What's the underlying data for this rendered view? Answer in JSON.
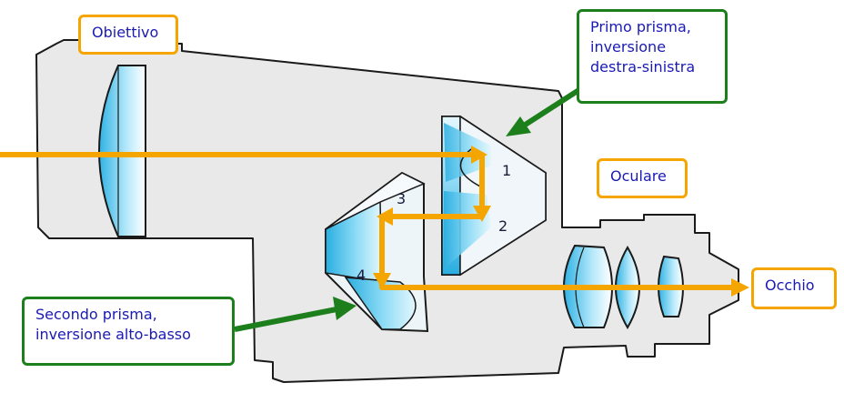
{
  "labels": {
    "objective": "Obiettivo",
    "first_prism": "Primo prisma,\ninversione\ndestra-sinistra",
    "eyepiece": "Oculare",
    "eye": "Occhio",
    "second_prism": "Secondo prisma,\ninversione alto-basso"
  },
  "reflections": [
    "1",
    "2",
    "3",
    "4"
  ],
  "colors": {
    "light_path": "#f5a500",
    "callout_border_orange": "#f5a500",
    "callout_border_green": "#1c7f1c",
    "green_arrow": "#1c7f1c",
    "label_text": "#1a1ab4",
    "body_fill": "#e9e9e9",
    "glass_blue": "#4cc4ec"
  },
  "icons": [
    "arrow-icon"
  ]
}
